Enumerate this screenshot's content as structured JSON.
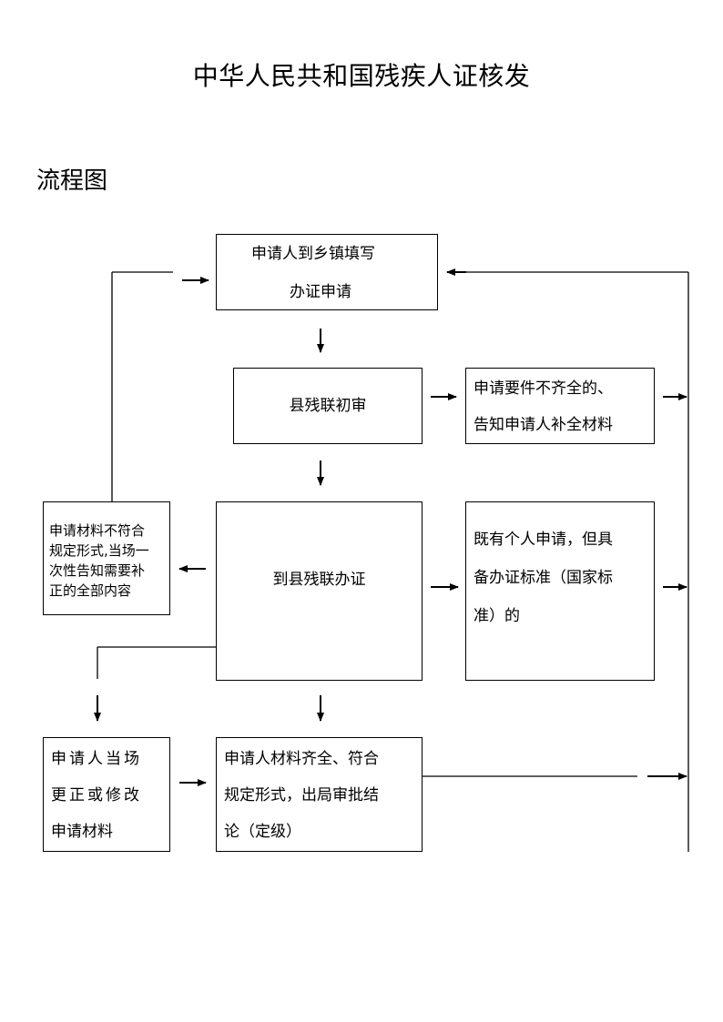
{
  "title": "中华人民共和国残疾人证核发",
  "subtitle": "流程图",
  "boxes": {
    "apply": {
      "line1": "申请人到乡镇填写",
      "line2": "办证申请"
    },
    "initial_review": {
      "text": "县残联初审"
    },
    "incomplete": {
      "line1": "申请要件不齐全的、",
      "line2": "告知申请人补全材料"
    },
    "not_conform": {
      "line1": "申请材料不符合",
      "line2": "规定形式,当场一",
      "line3": "次性告知需要补",
      "line4": "正的全部内容"
    },
    "county_office": {
      "text": "到县残联办证"
    },
    "standard": {
      "line1": "既有个人申请，但具",
      "line2": "备办证标准（国家标",
      "line3": "准）的"
    },
    "correct": {
      "line1": "申请人当场",
      "line2": "更正或修改",
      "line3": "申请材料"
    },
    "complete": {
      "line1": "申请人材料齐全、符合",
      "line2": "规定形式，出局审批结",
      "line3": "论（定级）"
    }
  }
}
